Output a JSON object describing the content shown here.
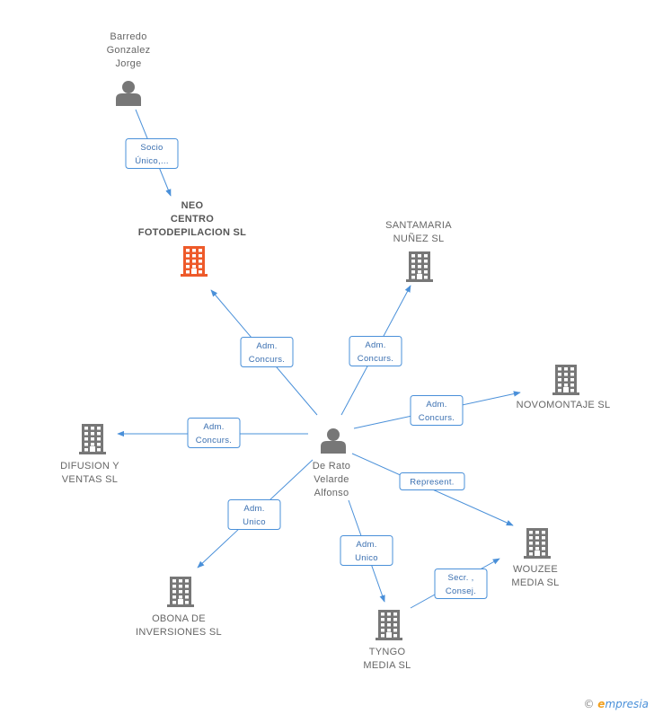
{
  "colors": {
    "edge": "#4a90d9",
    "building": "#777777",
    "highlight": "#ee5a2a",
    "person": "#777777"
  },
  "nodes": [
    {
      "id": "barredo",
      "type": "person",
      "lines": [
        "Barredo",
        "Gonzalez",
        "Jorge"
      ]
    },
    {
      "id": "neo",
      "type": "company",
      "highlight": true,
      "lines": [
        "NEO",
        "CENTRO",
        "FOTODEPILACION SL"
      ]
    },
    {
      "id": "santamaria",
      "type": "company",
      "lines": [
        "SANTAMARIA",
        "NUÑEZ SL"
      ]
    },
    {
      "id": "novomontaje",
      "type": "company",
      "lines": [
        "NOVOMONTAJE SL"
      ]
    },
    {
      "id": "derato",
      "type": "person",
      "lines": [
        "De Rato",
        "Velarde",
        "Alfonso"
      ]
    },
    {
      "id": "difusion",
      "type": "company",
      "lines": [
        "DIFUSION Y",
        "VENTAS SL"
      ]
    },
    {
      "id": "wouzee",
      "type": "company",
      "lines": [
        "WOUZEE",
        "MEDIA  SL"
      ]
    },
    {
      "id": "obona",
      "type": "company",
      "lines": [
        "OBONA DE",
        "INVERSIONES SL"
      ]
    },
    {
      "id": "tyngo",
      "type": "company",
      "lines": [
        "TYNGO",
        "MEDIA SL"
      ]
    }
  ],
  "edges": [
    {
      "from": "barredo",
      "to": "neo",
      "lines": [
        "Socio",
        "Único,..."
      ]
    },
    {
      "from": "derato",
      "to": "neo",
      "lines": [
        "Adm.",
        "Concurs."
      ]
    },
    {
      "from": "derato",
      "to": "santamaria",
      "lines": [
        "Adm.",
        "Concurs."
      ]
    },
    {
      "from": "derato",
      "to": "novomontaje",
      "lines": [
        "Adm.",
        "Concurs."
      ]
    },
    {
      "from": "derato",
      "to": "difusion",
      "lines": [
        "Adm.",
        "Concurs."
      ]
    },
    {
      "from": "derato",
      "to": "wouzee",
      "lines": [
        "Represent."
      ]
    },
    {
      "from": "derato",
      "to": "obona",
      "lines": [
        "Adm.",
        "Unico"
      ]
    },
    {
      "from": "derato",
      "to": "tyngo",
      "lines": [
        "Adm.",
        "Unico"
      ]
    },
    {
      "from": "tyngo",
      "to": "wouzee",
      "lines": [
        "Secr. ,",
        "Consej."
      ]
    }
  ],
  "brand": {
    "copyright": "©",
    "e": "e",
    "rest": "mpresia"
  }
}
